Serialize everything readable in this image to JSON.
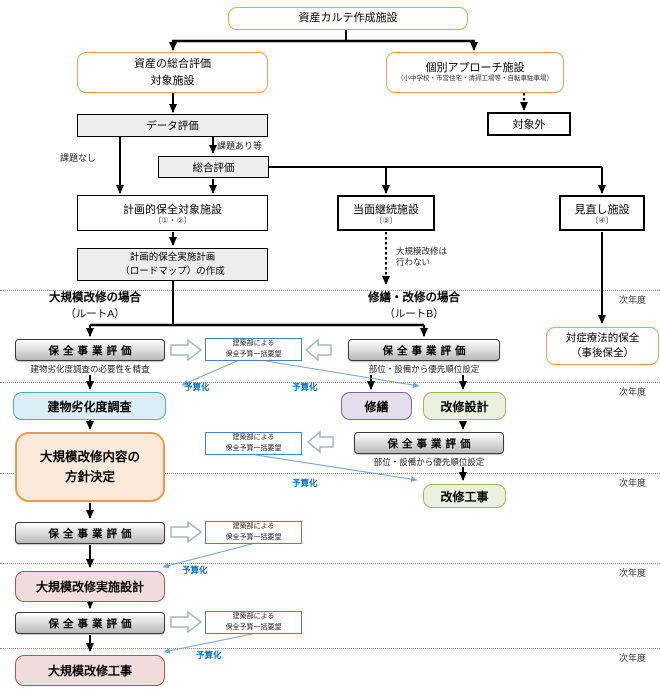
{
  "diagram": {
    "title_box": "資産カルテ作成施設",
    "comprehensive_eval": "資産の総合評価\n対象施設",
    "individual_approach": "個別アプローチ施設",
    "individual_approach_sub": "（小中学校・市営住宅・清掃工場等・自転車駐車場）",
    "out_of_scope": "対象外",
    "data_eval": "データ評価",
    "label_no_issue": "課題なし",
    "label_issue": "課題あり等",
    "overall_eval": "総合評価",
    "planned_target": "計画的保全対象施設",
    "planned_target_sub": "（①・②）",
    "continue_now": "当面継続施設",
    "continue_now_sub": "（③）",
    "review_facility": "見直し施設",
    "review_facility_sub": "（④）",
    "roadmap": "計画的保全実施計画\n（ロードマップ）の作成",
    "no_major_renov": "大規模改修は\n行わない"
  },
  "routes": {
    "a_title": "大規模改修の場合",
    "a_sub": "（ルートA）",
    "b_title": "修繕・改修の場合",
    "b_sub": "（ルートB）"
  },
  "shared": {
    "hozen_eval": "保全事業評価",
    "budget_request": "建築部による\n保全予算一括要望",
    "next_year": "次年度",
    "budgeting": "予算化",
    "note_survey_need": "建物劣化度調査の必要性を精査",
    "note_priority": "部位・設備から優先順位設定"
  },
  "route_a": {
    "deterioration_survey": "建物劣化度調査",
    "policy_decision": "大規模改修内容の\n方針決定",
    "impl_design": "大規模改修実施設計",
    "construction": "大規模改修工事"
  },
  "route_b": {
    "repair": "修繕",
    "renov_design": "改修設計",
    "renov_work": "改修工事",
    "symptomatic": "対症療法的保全\n（事後保全）"
  },
  "colors": {
    "orange_border": "#f0a050",
    "peach_fill": "#fdeada",
    "peach_border": "#f79646",
    "blue_border": "#4f81bd",
    "cyan_fill": "#daeef3",
    "cyan_border": "#4bacc6",
    "purple_fill": "#e4dfec",
    "purple_border": "#8064a2",
    "green_fill": "#ebf1de",
    "green_border": "#9bbb59",
    "pink_fill": "#f2dcdb",
    "pink_border": "#c0504d",
    "gray_fill": "#ededed",
    "budget_text": "#0070c0"
  }
}
